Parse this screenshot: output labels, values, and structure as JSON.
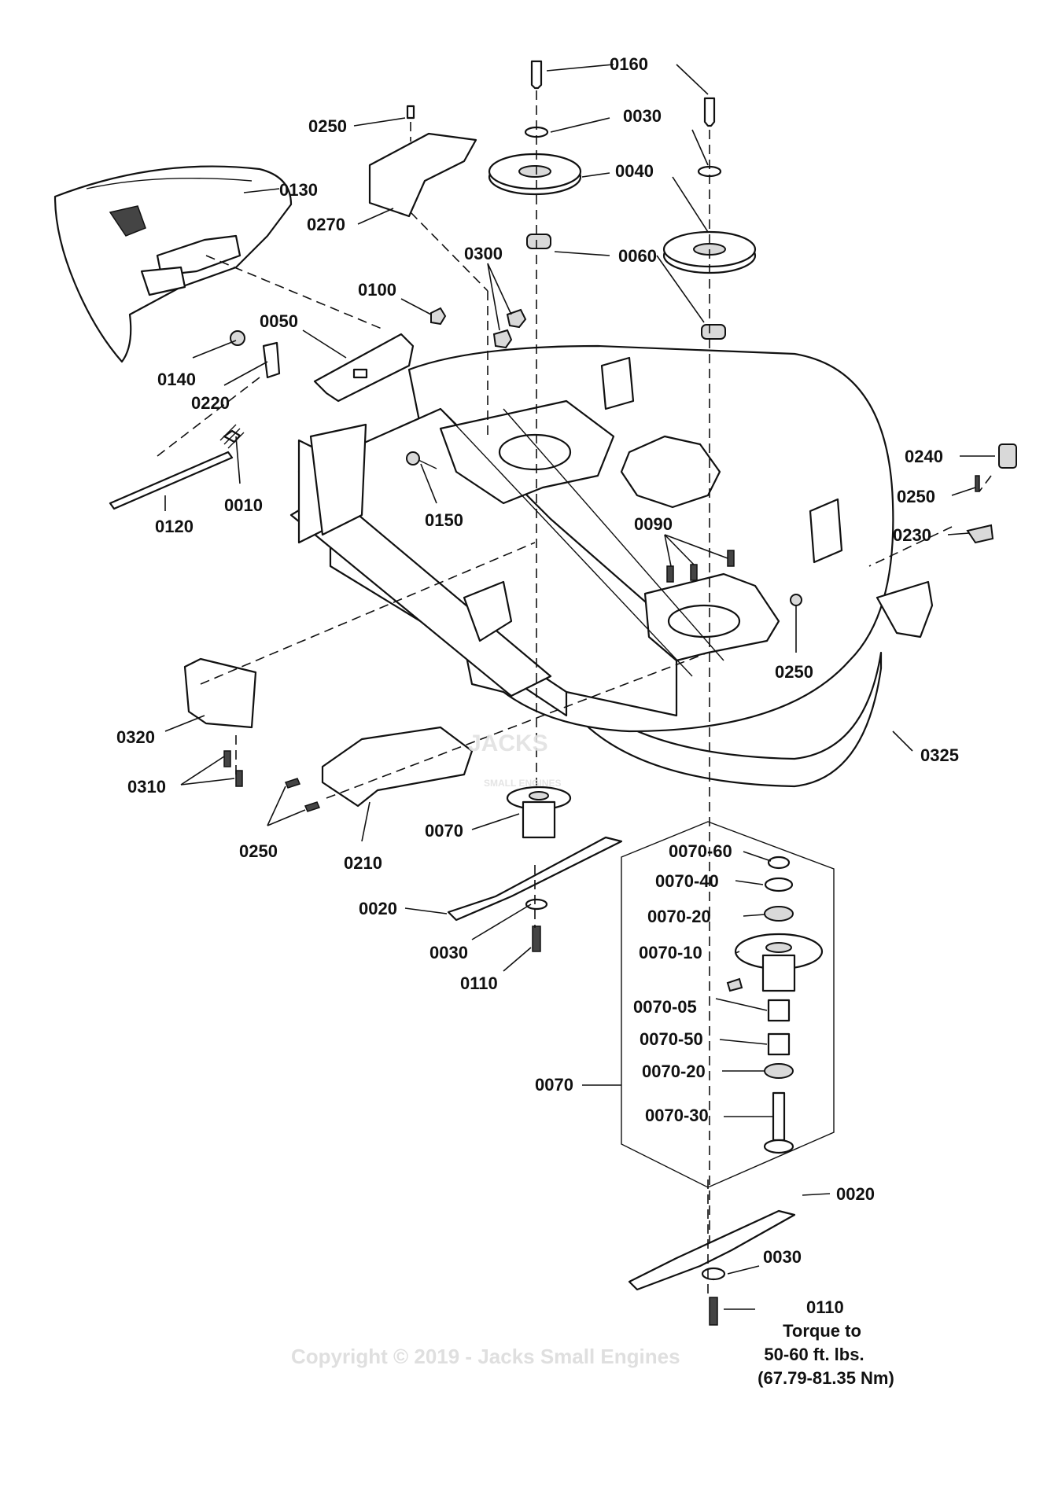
{
  "labels": {
    "l0160": "0160",
    "l0250a": "0250",
    "l0030a": "0030",
    "l0040": "0040",
    "l0130": "0130",
    "l0270": "0270",
    "l0060": "0060",
    "l0300": "0300",
    "l0100": "0100",
    "l0050": "0050",
    "l0140": "0140",
    "l0220": "0220",
    "l0010": "0010",
    "l0120": "0120",
    "l0150": "0150",
    "l0240": "0240",
    "l0250b": "0250",
    "l0230": "0230",
    "l0090": "0090",
    "l0250c": "0250",
    "l0320": "0320",
    "l0325": "0325",
    "l0310": "0310",
    "l0250d": "0250",
    "l0210": "0210",
    "l0070a": "0070",
    "l0020a": "0020",
    "l0030b": "0030",
    "l0110a": "0110",
    "l007060": "0070-60",
    "l007040": "0070-40",
    "l007020a": "0070-20",
    "l007010": "0070-10",
    "l007005": "0070-05",
    "l007050": "0070-50",
    "l007020b": "0070-20",
    "l007030": "0070-30",
    "l0070b": "0070",
    "l0020b": "0020",
    "l0030c": "0030",
    "l0110b": "0110"
  },
  "torque_note": {
    "line1": "Torque to",
    "line2": "50-60 ft. lbs.",
    "line3": "(67.79-81.35 Nm)"
  },
  "watermark": {
    "copyright": "Copyright © 2019 - Jacks Small Engines",
    "logo": "JACKS",
    "logo_sub": "SMALL ENGINES"
  }
}
